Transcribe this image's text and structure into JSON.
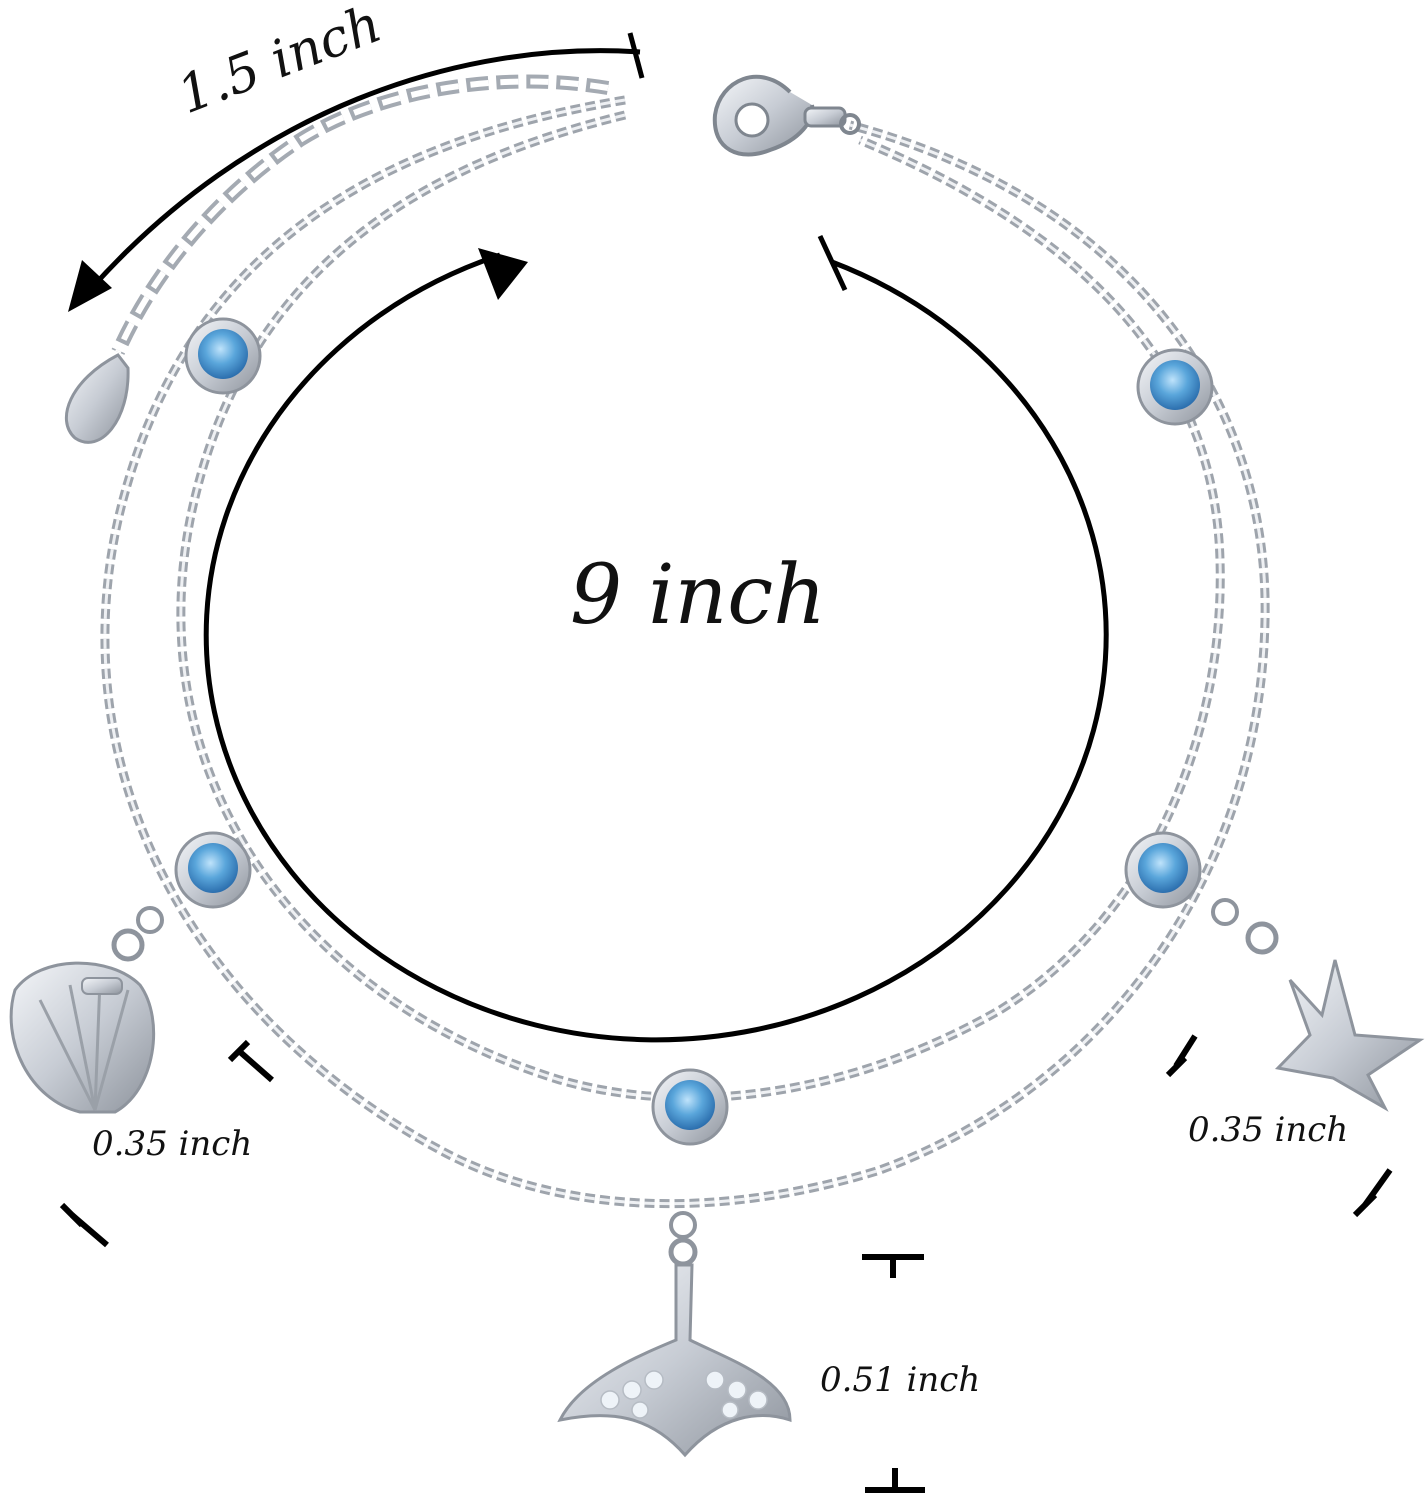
{
  "image": {
    "background": "#ffffff",
    "metal_color": "#c9ced6",
    "gem_color": "#5aa6db",
    "arrow_color": "#000000"
  },
  "labels": {
    "bracelet_length": "9 inch",
    "extender_length": "1.5 inch",
    "shell_charm_size": "0.35 inch",
    "star_charm_size": "0.35 inch",
    "tail_charm_size": "0.51 inch"
  },
  "charms": [
    "shell-charm",
    "starfish-charm",
    "whale-tail-charm",
    "teardrop-tag"
  ],
  "gem_count": 5
}
